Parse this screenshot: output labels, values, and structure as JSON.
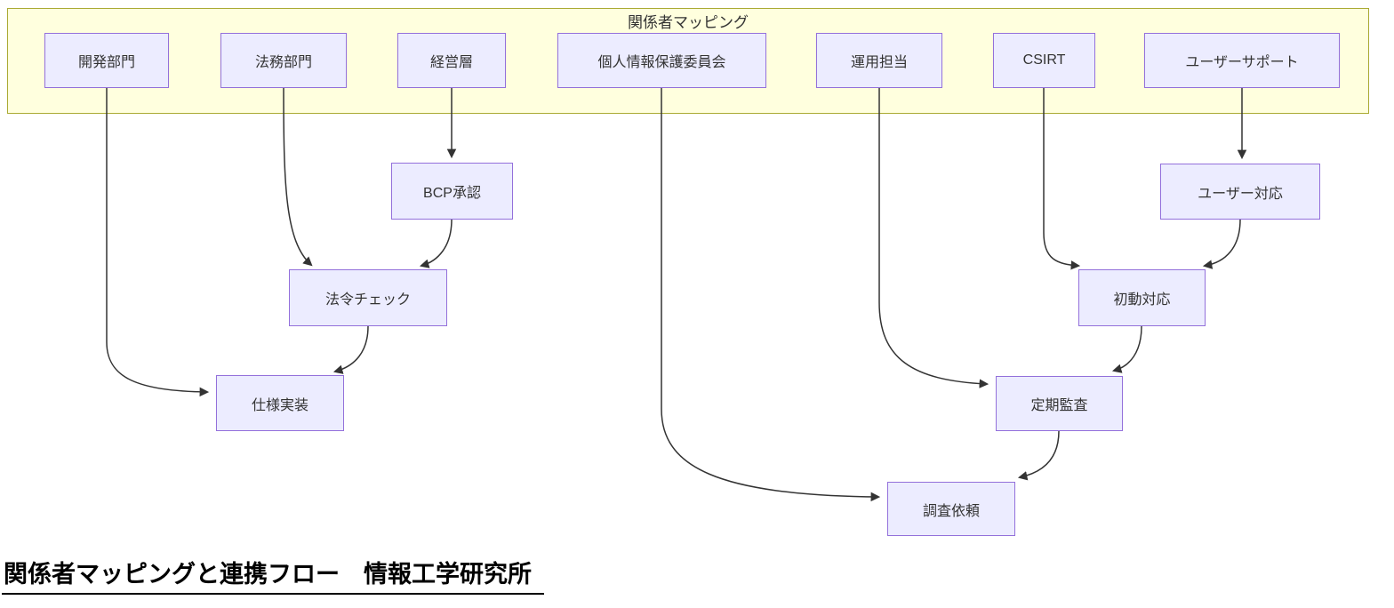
{
  "diagram": {
    "cluster_title": "関係者マッピング",
    "nodes": [
      {
        "id": "dev",
        "label": "開発部門"
      },
      {
        "id": "legal",
        "label": "法務部門"
      },
      {
        "id": "management",
        "label": "経営層"
      },
      {
        "id": "privacy-board",
        "label": "個人情報保護委員会"
      },
      {
        "id": "operations",
        "label": "運用担当"
      },
      {
        "id": "csirt",
        "label": "CSIRT"
      },
      {
        "id": "user-support",
        "label": "ユーザーサポート"
      },
      {
        "id": "bcp-approval",
        "label": "BCP承認"
      },
      {
        "id": "user-response",
        "label": "ユーザー対応"
      },
      {
        "id": "law-check",
        "label": "法令チェック"
      },
      {
        "id": "first-response",
        "label": "初動対応"
      },
      {
        "id": "spec-impl",
        "label": "仕様実装"
      },
      {
        "id": "periodic-audit",
        "label": "定期監査"
      },
      {
        "id": "investigation",
        "label": "調査依頼"
      }
    ],
    "edges": [
      {
        "from": "開発部門",
        "to": "仕様実装"
      },
      {
        "from": "法務部門",
        "to": "法令チェック"
      },
      {
        "from": "経営層",
        "to": "BCP承認"
      },
      {
        "from": "BCP承認",
        "to": "法令チェック"
      },
      {
        "from": "法令チェック",
        "to": "仕様実装"
      },
      {
        "from": "個人情報保護委員会",
        "to": "調査依頼"
      },
      {
        "from": "運用担当",
        "to": "定期監査"
      },
      {
        "from": "CSIRT",
        "to": "初動対応"
      },
      {
        "from": "ユーザーサポート",
        "to": "ユーザー対応"
      },
      {
        "from": "ユーザー対応",
        "to": "初動対応"
      },
      {
        "from": "初動対応",
        "to": "定期監査"
      },
      {
        "from": "定期監査",
        "to": "調査依頼"
      }
    ],
    "caption": "関係者マッピングと連携フロー　情報工学研究所",
    "colors": {
      "node_fill": "#ECECFF",
      "node_border": "#9370DB",
      "cluster_fill": "#FFFFDE",
      "cluster_border": "#AAAA33",
      "edge": "#333333",
      "text": "#333333",
      "caption_text": "#000000"
    }
  }
}
